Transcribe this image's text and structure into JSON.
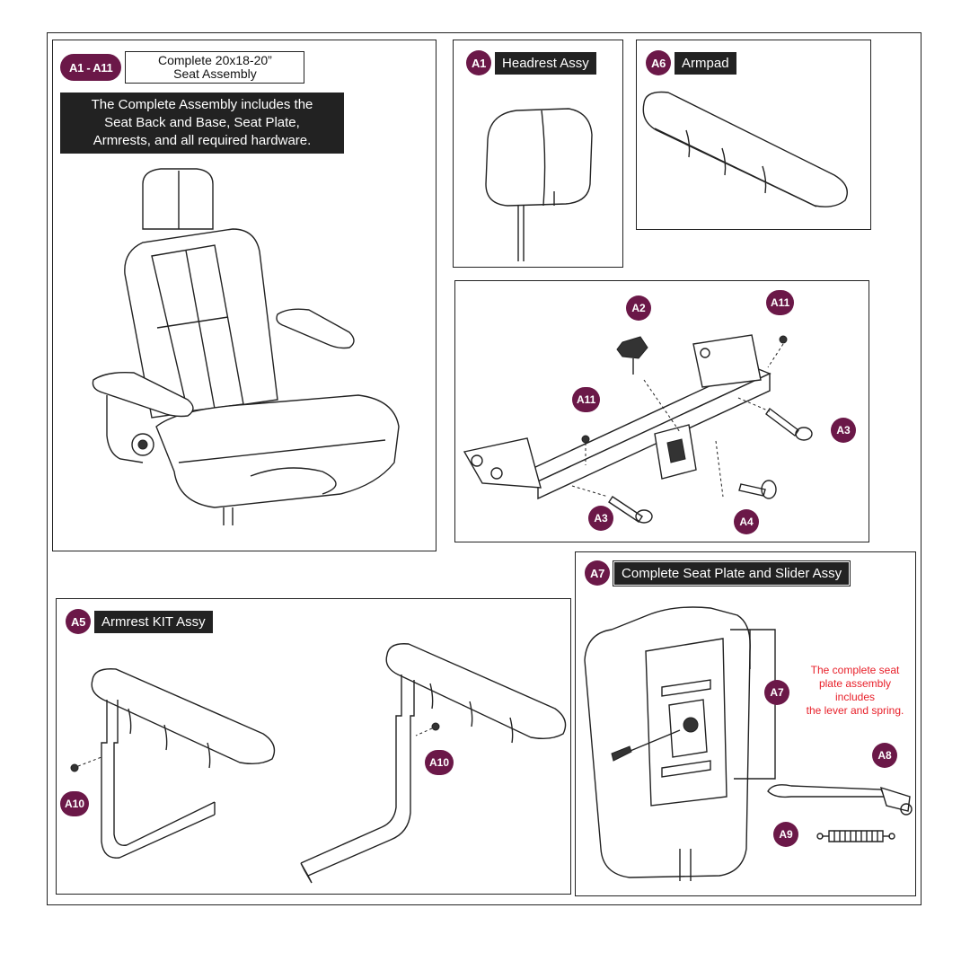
{
  "main_panel": {
    "badge": "A1 - A11",
    "title_line1": "Complete 20x18-20”",
    "title_line2": "Seat Assembly",
    "desc_line1": "The Complete Assembly includes the",
    "desc_line2": "Seat Back and Base, Seat Plate,",
    "desc_line3": "Armrests, and all required hardware."
  },
  "headrest_panel": {
    "badge": "A1",
    "title": "Headrest Assy"
  },
  "armpad_panel": {
    "badge": "A6",
    "title": "Armpad"
  },
  "hardware_panel": {
    "callouts": {
      "a2": "A2",
      "a11_top": "A11",
      "a11_left": "A11",
      "a3_right": "A3",
      "a3_bottom": "A3",
      "a4": "A4"
    }
  },
  "armrest_panel": {
    "badge": "A5",
    "title": "Armrest KIT Assy",
    "callouts": {
      "a10_left": "A10",
      "a10_right": "A10"
    }
  },
  "seat_plate_panel": {
    "badge": "A7",
    "title": "Complete Seat Plate and Slider Assy",
    "note_line1": "The complete seat",
    "note_line2": "plate assembly",
    "note_line3": "includes",
    "note_line4": "the lever and spring.",
    "callouts": {
      "a7": "A7",
      "a8": "A8",
      "a9": "A9"
    }
  },
  "colors": {
    "badge": "#6b1848",
    "note": "#e8202a",
    "dark_box": "#222222"
  }
}
